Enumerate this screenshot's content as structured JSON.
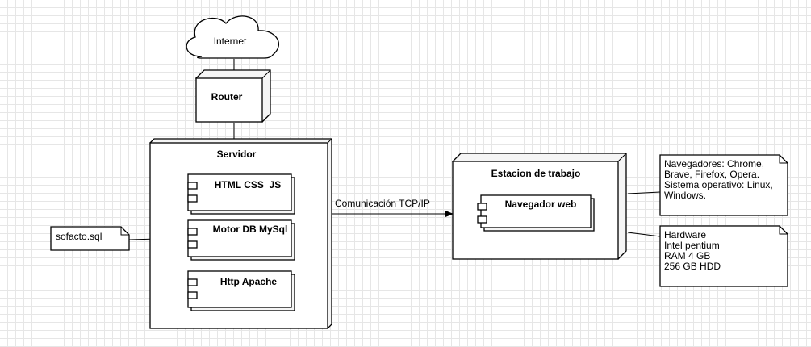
{
  "nodes": {
    "internet": "Internet",
    "router": "Router",
    "servidor": "Servidor",
    "estacion": "Estacion de trabajo"
  },
  "components": {
    "html": "HTML CSS  JS",
    "motor": "Motor DB MySql",
    "apache": "Http Apache",
    "navegador": "Navegador web"
  },
  "notes": {
    "sql": "sofacto.sql",
    "software": [
      "Navegadores: Chrome,",
      "Brave, Firefox, Opera.",
      "Sistema operativo: Linux,",
      "Windows."
    ],
    "hardware": [
      "Hardware",
      "Intel pentium",
      "RAM 4 GB",
      "256 GB HDD"
    ]
  },
  "connection": "Comunicación TCP/IP"
}
